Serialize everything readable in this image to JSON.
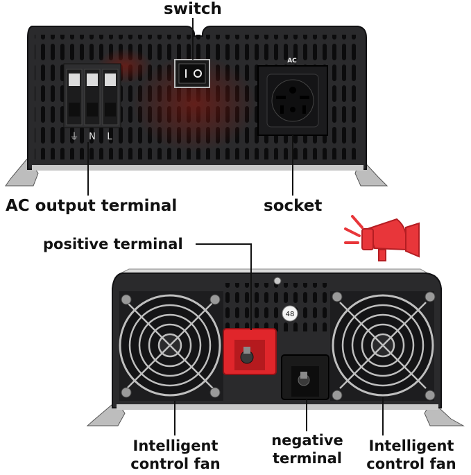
{
  "labels": {
    "switch": "switch",
    "ac_output_terminal": "AC output terminal",
    "socket": "socket",
    "positive_terminal": "positive terminal",
    "negative_terminal_1": "negative",
    "negative_terminal_2": "terminal",
    "fan_left_1": "Intelligent",
    "fan_left_2": "control fan",
    "fan_right_1": "Intelligent",
    "fan_right_2": "control fan"
  },
  "device_markings": {
    "socket_label": "AC",
    "terminal_ground": "⏚",
    "terminal_n": "N",
    "terminal_l": "L",
    "voltage_badge": "48"
  },
  "colors": {
    "housing": "#2a2a2c",
    "housing_edge": "#111113",
    "bracket": "#c9c9c9",
    "positive_terminal": "#e0262b",
    "negative_terminal": "#1a1a1a",
    "megaphone": "#e8363a"
  },
  "icons": [
    "megaphone-icon"
  ]
}
